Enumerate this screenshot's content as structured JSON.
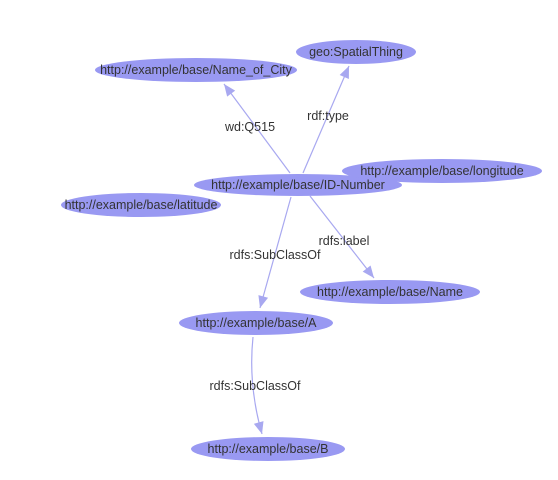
{
  "graph": {
    "nodes": [
      {
        "id": "id_number",
        "label": "http://example/base/ID-Number"
      },
      {
        "id": "name_of_city",
        "label": "http://example/base/Name_of_City"
      },
      {
        "id": "spatial_thing",
        "label": "geo:SpatialThing"
      },
      {
        "id": "longitude",
        "label": "http://example/base/longitude"
      },
      {
        "id": "latitude",
        "label": "http://example/base/latitude"
      },
      {
        "id": "name",
        "label": "http://example/base/Name"
      },
      {
        "id": "class_a",
        "label": "http://example/base/A"
      },
      {
        "id": "class_b",
        "label": "http://example/base/B"
      }
    ],
    "edges": [
      {
        "id": "e_q515",
        "source": "id_number",
        "target": "name_of_city",
        "label": "wd:Q515"
      },
      {
        "id": "e_type",
        "source": "id_number",
        "target": "spatial_thing",
        "label": "rdf:type"
      },
      {
        "id": "e_label",
        "source": "id_number",
        "target": "name",
        "label": "rdfs:label"
      },
      {
        "id": "e_subclass_1",
        "source": "id_number",
        "target": "class_a",
        "label": "rdfs:SubClassOf"
      },
      {
        "id": "e_subclass_2",
        "source": "class_a",
        "target": "class_b",
        "label": "rdfs:SubClassOf"
      }
    ]
  },
  "colors": {
    "node_fill": "#9999f2",
    "edge_stroke": "#a8a8f0",
    "text": "#333333",
    "background": "#ffffff"
  }
}
